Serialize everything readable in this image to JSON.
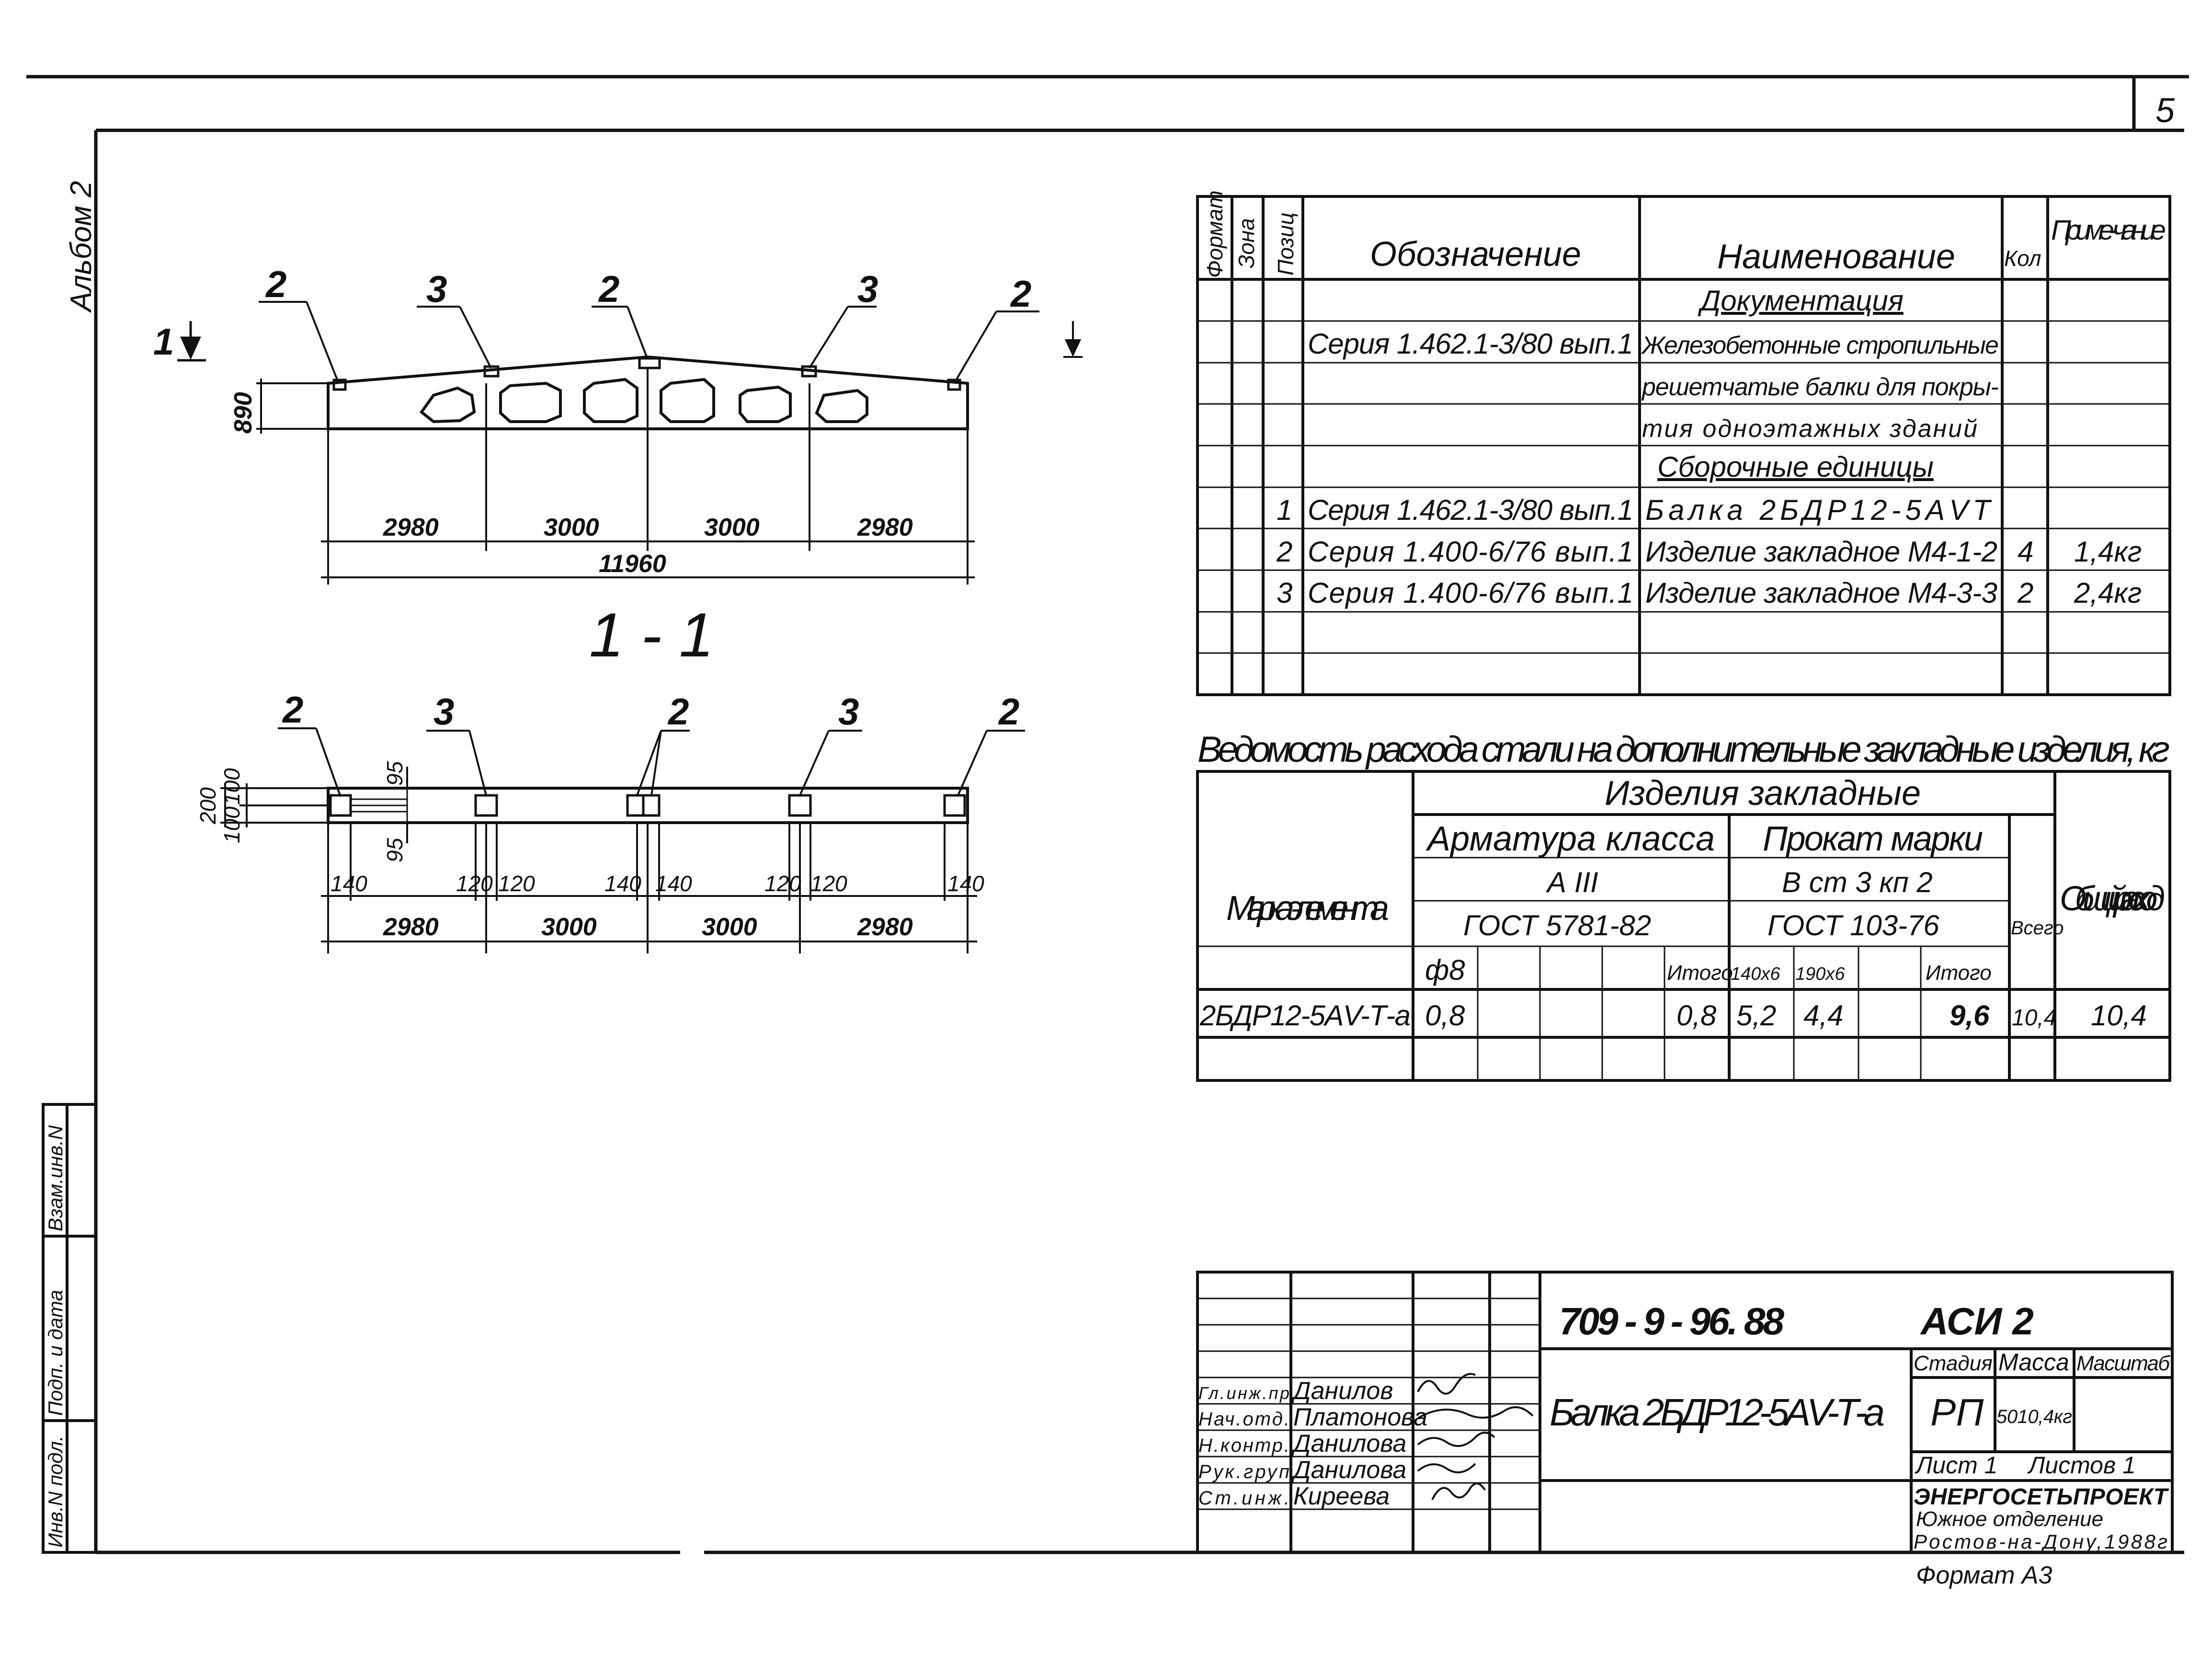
{
  "page_number": "5",
  "album_label": "Альбом 2",
  "side_stamp": [
    "Инв.N подл.",
    "Подп. и дата",
    "Взам.инв.N"
  ],
  "elevation": {
    "section_mark": "1",
    "leaders": [
      "2",
      "3",
      "2",
      "3",
      "2"
    ],
    "height_dim": "890",
    "spans": [
      "2980",
      "3000",
      "3000",
      "2980"
    ],
    "total": "11960"
  },
  "section_title": "1 - 1",
  "plan": {
    "leaders": [
      "2",
      "3",
      "2",
      "3",
      "2"
    ],
    "left_dims": [
      "200",
      "100",
      "100"
    ],
    "inner_dims": [
      "95",
      "95"
    ],
    "pad_dims": [
      "140",
      "120",
      "120",
      "140",
      "140",
      "120",
      "120",
      "140"
    ],
    "spans": [
      "2980",
      "3000",
      "3000",
      "2980"
    ]
  },
  "spec_table": {
    "headers": {
      "format": "Формат",
      "zone": "Зона",
      "position": "Позиц",
      "designation": "Обозначение",
      "name": "Наименование",
      "qty": "Кол",
      "note": "Приме-чание"
    },
    "rows": [
      {
        "pos": "",
        "designation": "",
        "name": "Документация",
        "qty": "",
        "note": ""
      },
      {
        "pos": "",
        "designation": "Серия 1.462.1-3/80 вып.1",
        "name": "Железобетонные стропильные",
        "qty": "",
        "note": ""
      },
      {
        "pos": "",
        "designation": "",
        "name": "решетчатые балки для покры-",
        "qty": "",
        "note": ""
      },
      {
        "pos": "",
        "designation": "",
        "name": "тия одноэтажных зданий",
        "qty": "",
        "note": ""
      },
      {
        "pos": "",
        "designation": "",
        "name": "Сборочные единицы",
        "qty": "",
        "note": ""
      },
      {
        "pos": "1",
        "designation": "Серия 1.462.1-3/80 вып.1",
        "name": "Балка 2БДР12-5АVТ",
        "qty": "",
        "note": ""
      },
      {
        "pos": "2",
        "designation": "Серия 1.400-6/76 вып.1",
        "name": "Изделие закладное М4-1-2",
        "qty": "4",
        "note": "1,4кг"
      },
      {
        "pos": "3",
        "designation": "Серия 1.400-6/76 вып.1",
        "name": "Изделие закладное М4-3-3",
        "qty": "2",
        "note": "2,4кг"
      },
      {
        "pos": "",
        "designation": "",
        "name": "",
        "qty": "",
        "note": ""
      },
      {
        "pos": "",
        "designation": "",
        "name": "",
        "qty": "",
        "note": ""
      }
    ]
  },
  "steel_table": {
    "title": "Ведомость расхода стали на дополнительные закладные изделия, кг",
    "group": "Изделия закладные",
    "mark_header": "Марка элемента",
    "rebar_header": "Арматура класса",
    "rebar_class": "А III",
    "rebar_gost": "ГОСТ 5781-82",
    "rolled_header": "Прокат марки",
    "rolled_grade": "В ст 3 кп 2",
    "rolled_gost": "ГОСТ 103-76",
    "total_header": "Всего",
    "overall_header": "Общий расход",
    "sub": [
      "ф8",
      "",
      "",
      "",
      "Итого",
      "140x6",
      "190x6",
      "",
      "Итого"
    ],
    "row": {
      "mark": "2БДР12-5АV-Т-а",
      "values": [
        "0,8",
        "",
        "",
        "",
        "0,8",
        "5,2",
        "4,4",
        "",
        "9,6"
      ],
      "total": "10,4",
      "overall": "10,4"
    }
  },
  "title_block": {
    "code": "709 - 9 - 96. 88",
    "section": "АСИ 2",
    "people": [
      {
        "role": "Гл.инж.пр",
        "name": "Данилов"
      },
      {
        "role": "Нач.отд.",
        "name": "Платонова"
      },
      {
        "role": "Н.контр.",
        "name": "Данилова"
      },
      {
        "role": "Рук.груп",
        "name": "Данилова"
      },
      {
        "role": "Ст.инж.",
        "name": "Киреева"
      }
    ],
    "item_name": "Балка 2БДР12-5АV-Т-а",
    "stage_header": "Стадия",
    "mass_header": "Масса",
    "scale_header": "Масштаб",
    "stage": "РП",
    "mass": "5010,4кг",
    "scale": "",
    "sheet": "Лист 1",
    "sheets": "Листов 1",
    "org1": "ЭНЕРГОСЕТЬПРОЕКТ",
    "org2": "Южное отделение",
    "org3": "Ростов-на-Дону,1988г"
  },
  "format_label": "Формат А3"
}
